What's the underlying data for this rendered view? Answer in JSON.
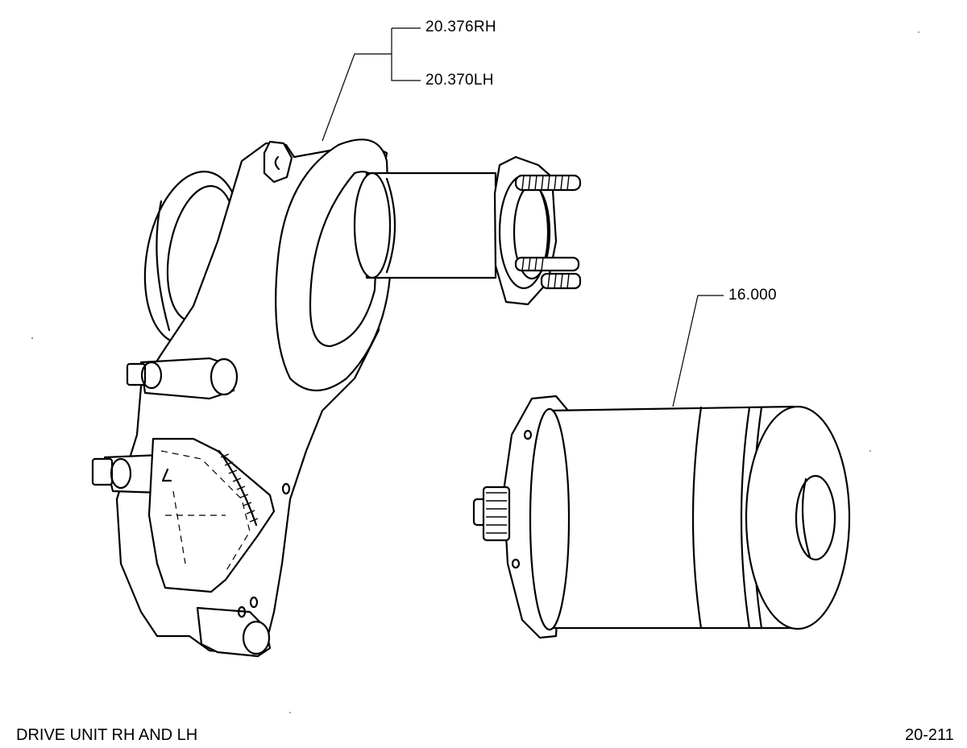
{
  "callouts": {
    "part_rh": "20.376RH",
    "part_lh": "20.370LH",
    "motor": "16.000"
  },
  "footer": {
    "caption": "DRIVE UNIT RH AND LH",
    "page_number": "20-211"
  }
}
